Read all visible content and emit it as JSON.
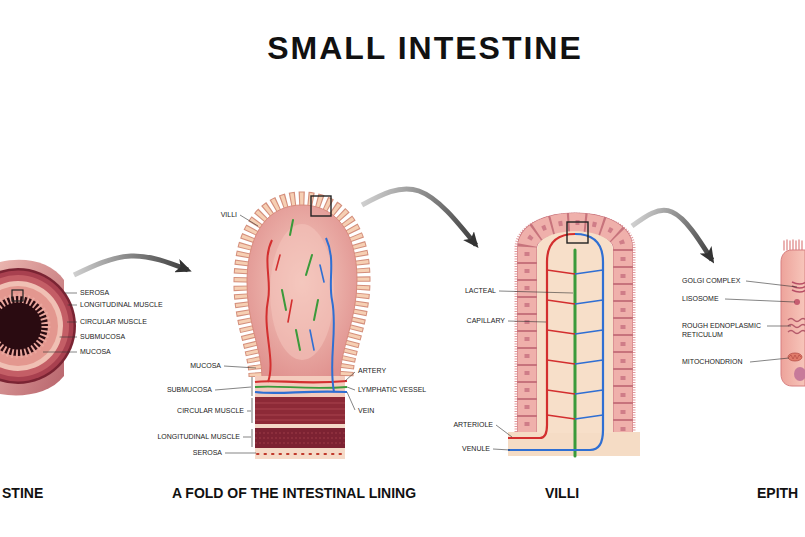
{
  "diagram": {
    "title": "SMALL INTESTINE",
    "nodes": [
      {
        "text": [
          "STINE"
        ]
      },
      {
        "text": [
          "A FOLD OF THE INTESTINAL LINING"
        ]
      },
      {
        "text": [
          "VILLI"
        ]
      },
      {
        "text": [
          "EPITH"
        ]
      }
    ],
    "edges": [
      {
        "from": 0,
        "to": 1,
        "arrow": "to"
      },
      {
        "from": 1,
        "to": 2,
        "arrow": "to"
      },
      {
        "from": 2,
        "to": 3,
        "arrow": "to"
      }
    ],
    "labels": [
      "SEROSA",
      "LONGITUDINAL MUSCLE",
      "CIRCULAR MUSCLE",
      "SUBMUCOSA",
      "MUCOSA",
      "VILLI",
      "MUCOSA",
      "SUBMUCOSA",
      "CIRCULAR MUSCLE",
      "LONGITUDINAL MUSCLE",
      "SEROSA",
      "ARTERY",
      "LYMPHATIC VESSEL",
      "VEIN",
      "LACTEAL",
      "CAPILLARY",
      "ARTERIOLE",
      "VENULE",
      "GOLGI COMPLEX",
      "LISOSOME",
      "ROUGH EDNOPLASMIC RETICULUM",
      "MITOCHONDRION"
    ]
  }
}
